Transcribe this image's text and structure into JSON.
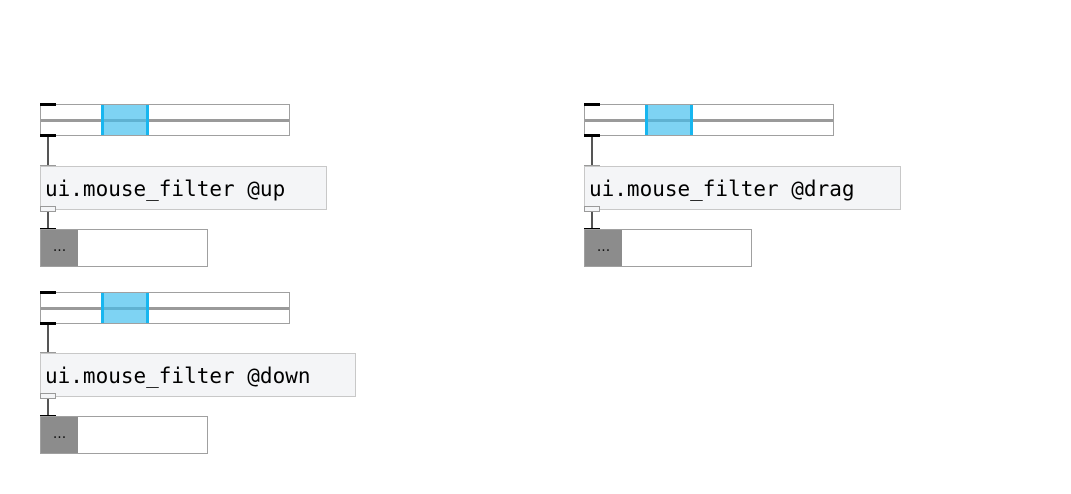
{
  "objects": {
    "up": {
      "text": "ui.mouse_filter @up"
    },
    "drag": {
      "text": "ui.mouse_filter @drag"
    },
    "down": {
      "text": "ui.mouse_filter @down"
    }
  },
  "sliders": {
    "up": {
      "position_fraction": 0.3
    },
    "drag": {
      "position_fraction": 0.3
    },
    "down": {
      "position_fraction": 0.3
    }
  },
  "displays": {
    "up": {
      "button": "...",
      "value": ""
    },
    "drag": {
      "button": "...",
      "value": ""
    },
    "down": {
      "button": "...",
      "value": ""
    }
  },
  "colors": {
    "knob_fill": "#7ed3f3",
    "knob_edge": "#18b6ef",
    "object_bg": "#f4f5f7",
    "display_button": "#8c8c8c"
  }
}
